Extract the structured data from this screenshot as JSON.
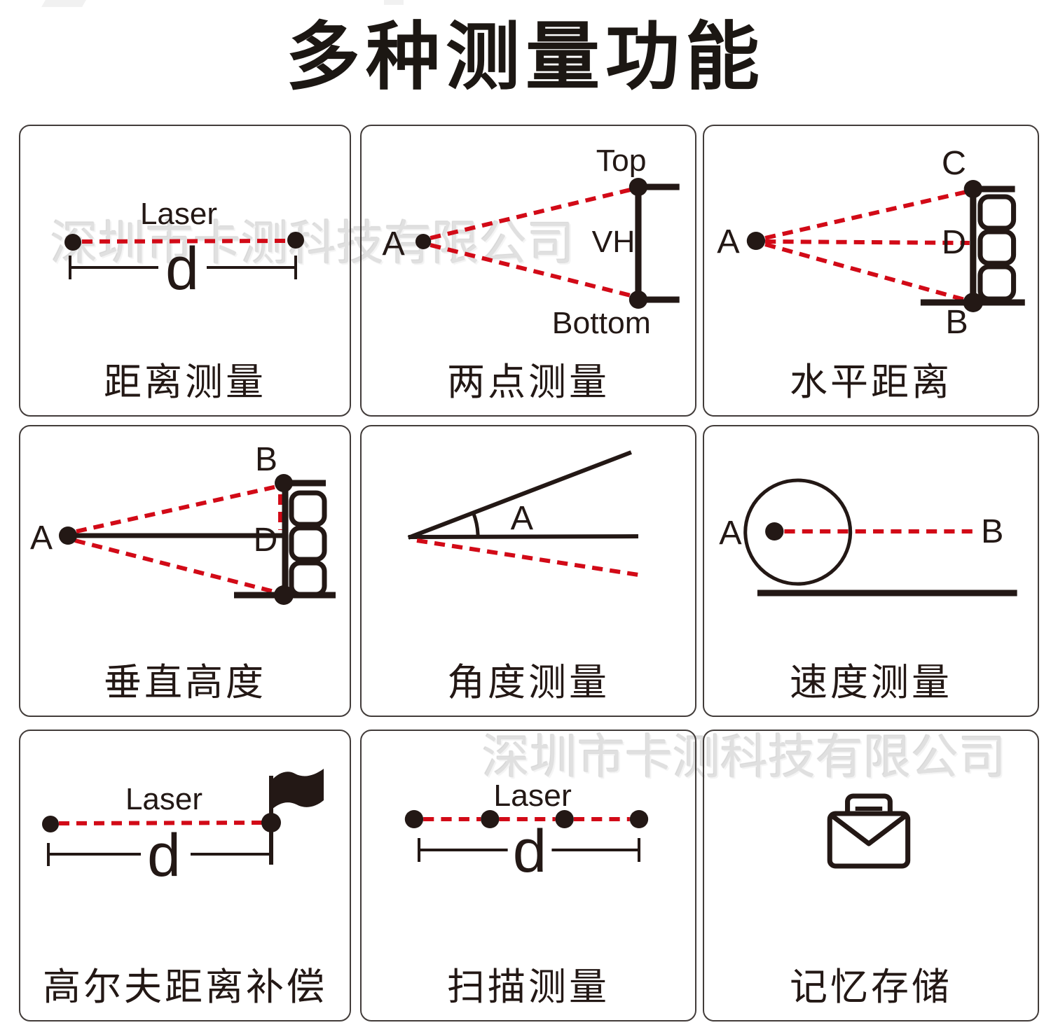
{
  "title": "多种测量功能",
  "watermark_text": "深圳市卡测科技有限公司",
  "colors": {
    "laser_red": "#d20a17",
    "ink_black": "#231815",
    "watermark_gray": "#e0e0e0",
    "card_border": "#423c3a"
  },
  "cells": [
    {
      "label": "距离测量",
      "laser_label": "Laser",
      "distance_label": "d"
    },
    {
      "label": "两点测量",
      "point_a": "A",
      "top_label": "Top",
      "bottom_label": "Bottom",
      "height_label": "VH"
    },
    {
      "label": "水平距离",
      "point_a": "A",
      "point_b": "B",
      "point_c": "C",
      "point_d": "D"
    },
    {
      "label": "垂直高度",
      "point_a": "A",
      "point_b": "B",
      "point_d": "D"
    },
    {
      "label": "角度测量",
      "angle_label": "A"
    },
    {
      "label": "速度测量",
      "point_a": "A",
      "point_b": "B"
    },
    {
      "label": "高尔夫距离补偿",
      "laser_label": "Laser",
      "distance_label": "d"
    },
    {
      "label": "扫描测量",
      "laser_label": "Laser",
      "distance_label": "d"
    },
    {
      "label": "记忆存储"
    }
  ]
}
